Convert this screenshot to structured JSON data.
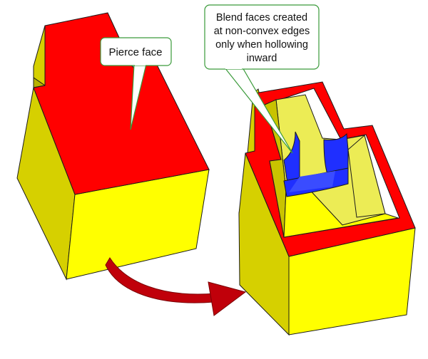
{
  "colors": {
    "yellow": "#ffff00",
    "yellow_side": "#d6d000",
    "yellow_inner": "#ecec55",
    "red": "#ff0000",
    "blue": "#1f2fff",
    "arrow": "#c0000a",
    "callout_border": "#3a9a3a",
    "outline": "#1a1a1a"
  },
  "callouts": {
    "pierce_face": "Pierce face",
    "blend_faces": {
      "line1": "Blend faces created",
      "line2": "at non-convex edges",
      "line3": "only when hollowing",
      "line4": "inward"
    }
  }
}
